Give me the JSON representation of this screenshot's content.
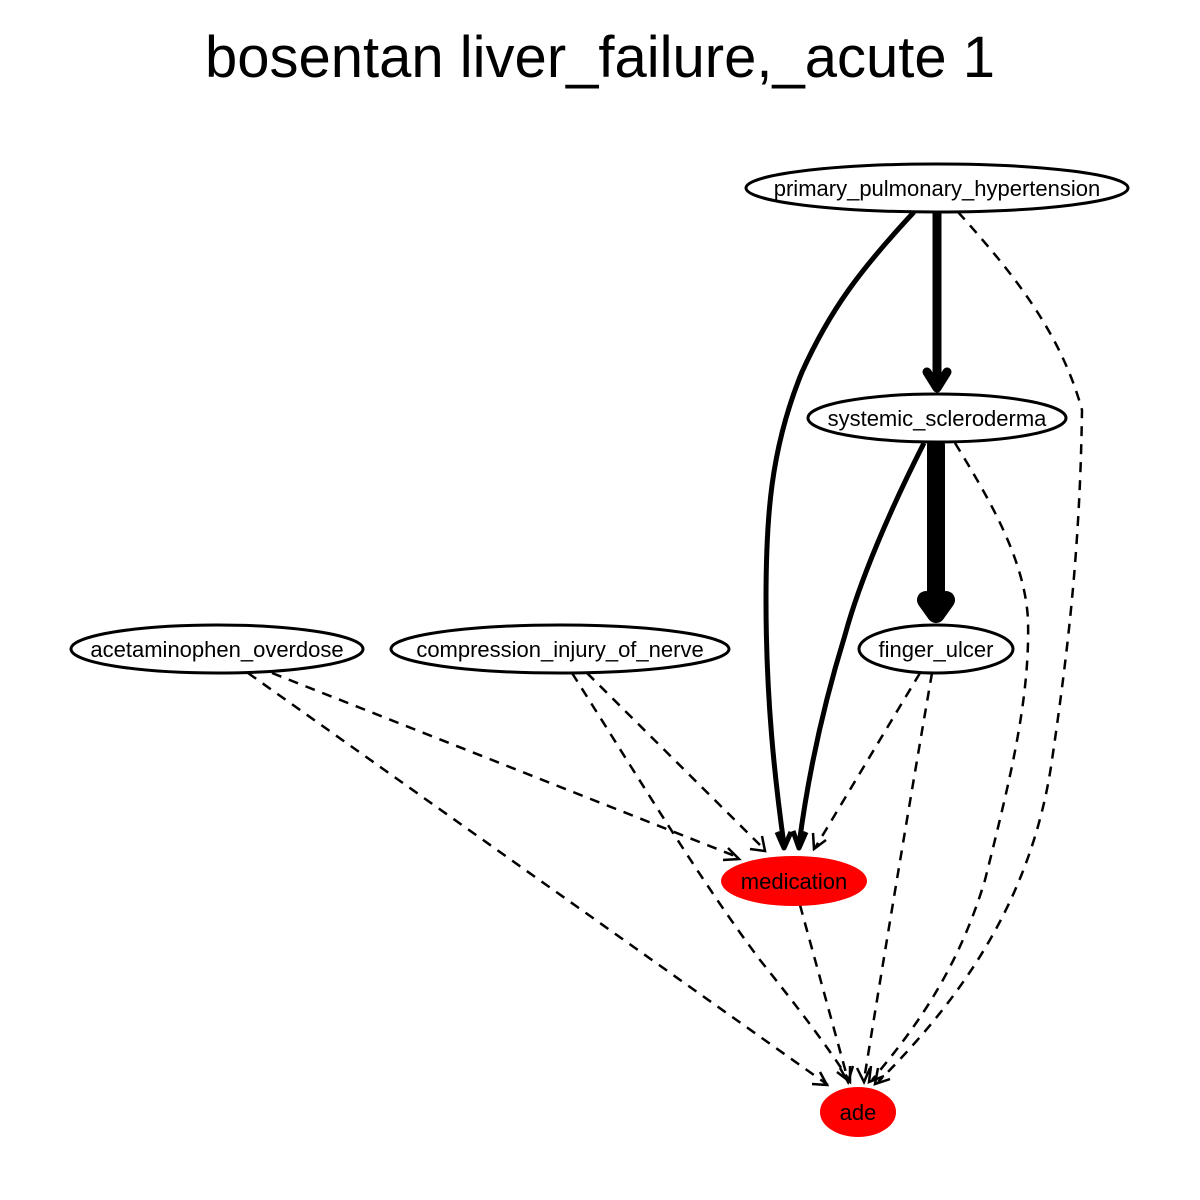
{
  "title": "bosentan liver_failure,_acute 1",
  "colors": {
    "highlight": "#ff0000",
    "stroke": "#000000",
    "background": "#ffffff"
  },
  "nodes": [
    {
      "id": "pph",
      "label": "primary_pulmonary_hypertension",
      "highlight": false
    },
    {
      "id": "ss",
      "label": "systemic_scleroderma",
      "highlight": false
    },
    {
      "id": "ao",
      "label": "acetaminophen_overdose",
      "highlight": false
    },
    {
      "id": "cin",
      "label": "compression_injury_of_nerve",
      "highlight": false
    },
    {
      "id": "fu",
      "label": "finger_ulcer",
      "highlight": false
    },
    {
      "id": "med",
      "label": "medication",
      "highlight": true
    },
    {
      "id": "ade",
      "label": "ade",
      "highlight": true
    }
  ],
  "edges": [
    {
      "from": "pph",
      "to": "ss",
      "style": "solid",
      "weight": "heavy"
    },
    {
      "from": "pph",
      "to": "med",
      "style": "solid",
      "weight": "medium"
    },
    {
      "from": "pph",
      "to": "ade",
      "style": "dashed",
      "weight": "light"
    },
    {
      "from": "ss",
      "to": "fu",
      "style": "solid",
      "weight": "heaviest"
    },
    {
      "from": "ss",
      "to": "med",
      "style": "solid",
      "weight": "medium"
    },
    {
      "from": "ss",
      "to": "ade",
      "style": "dashed",
      "weight": "light"
    },
    {
      "from": "ao",
      "to": "med",
      "style": "dashed",
      "weight": "light"
    },
    {
      "from": "ao",
      "to": "ade",
      "style": "dashed",
      "weight": "light"
    },
    {
      "from": "cin",
      "to": "med",
      "style": "dashed",
      "weight": "light"
    },
    {
      "from": "cin",
      "to": "ade",
      "style": "dashed",
      "weight": "light"
    },
    {
      "from": "fu",
      "to": "med",
      "style": "dashed",
      "weight": "light"
    },
    {
      "from": "fu",
      "to": "ade",
      "style": "dashed",
      "weight": "light"
    },
    {
      "from": "med",
      "to": "ade",
      "style": "dashed",
      "weight": "light"
    }
  ]
}
